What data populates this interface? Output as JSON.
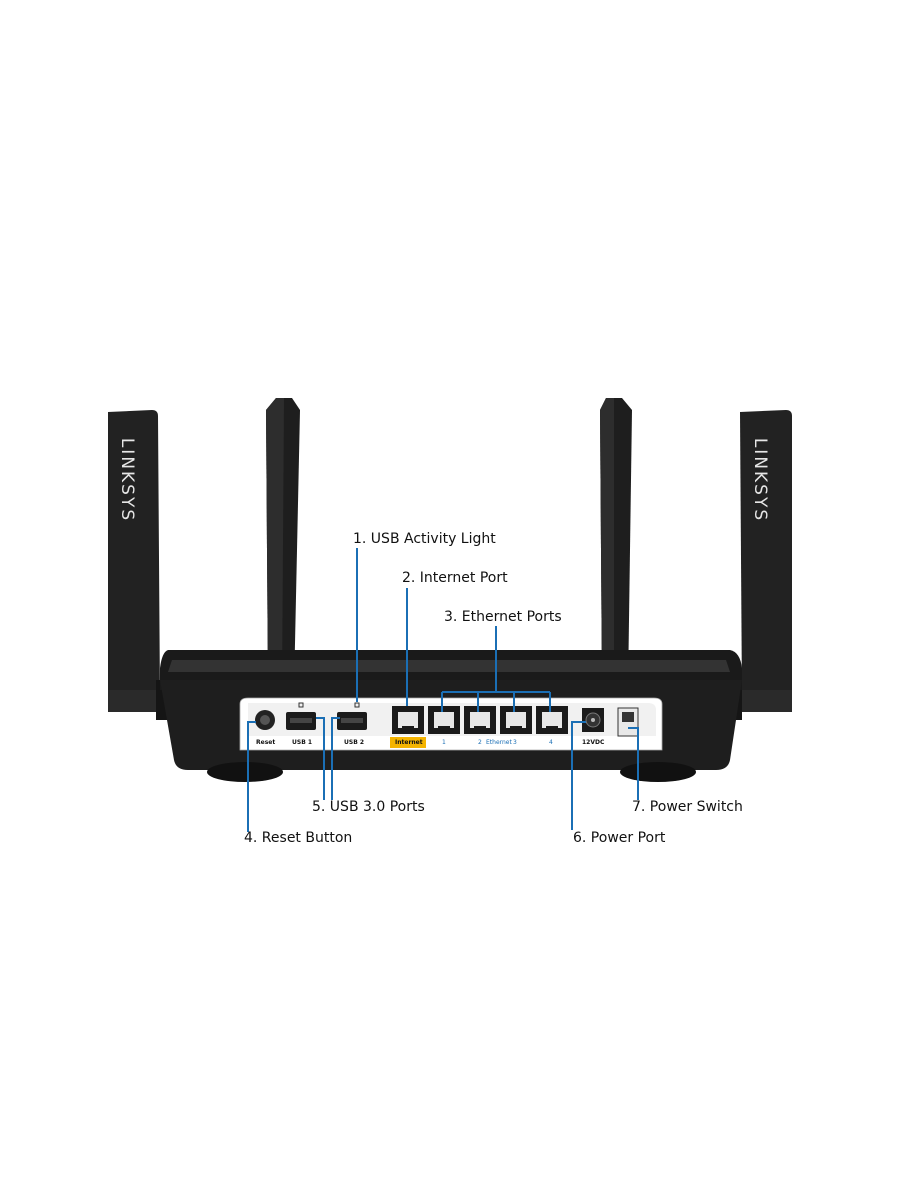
{
  "brand": {
    "left_antenna_text": "LINKSYS",
    "right_antenna_text": "LINKSYS"
  },
  "rear_panel_labels": {
    "reset": "Reset",
    "usb1": "USB 1",
    "usb2": "USB 2",
    "internet": "Internet",
    "eth1": "1",
    "eth2": "2",
    "ethernet": "Ethernet",
    "eth3": "3",
    "eth4": "4",
    "power_dc": "12VDC"
  },
  "callouts": [
    {
      "id": "usb-activity-light",
      "text": "1. USB Activity Light"
    },
    {
      "id": "internet-port",
      "text": "2. Internet Port"
    },
    {
      "id": "ethernet-ports",
      "text": "3. Ethernet Ports"
    },
    {
      "id": "reset-button",
      "text": "4. Reset Button"
    },
    {
      "id": "usb-ports",
      "text": "5. USB 3.0 Ports"
    },
    {
      "id": "power-port",
      "text": "6. Power Port"
    },
    {
      "id": "power-switch",
      "text": "7. Power Switch"
    }
  ],
  "colors": {
    "router_body": "#1e1e1e",
    "router_shadow": "#111111",
    "callout_line": "#1b6fb5",
    "internet_highlight": "#f5b400",
    "label_strip": "#ffffff"
  }
}
